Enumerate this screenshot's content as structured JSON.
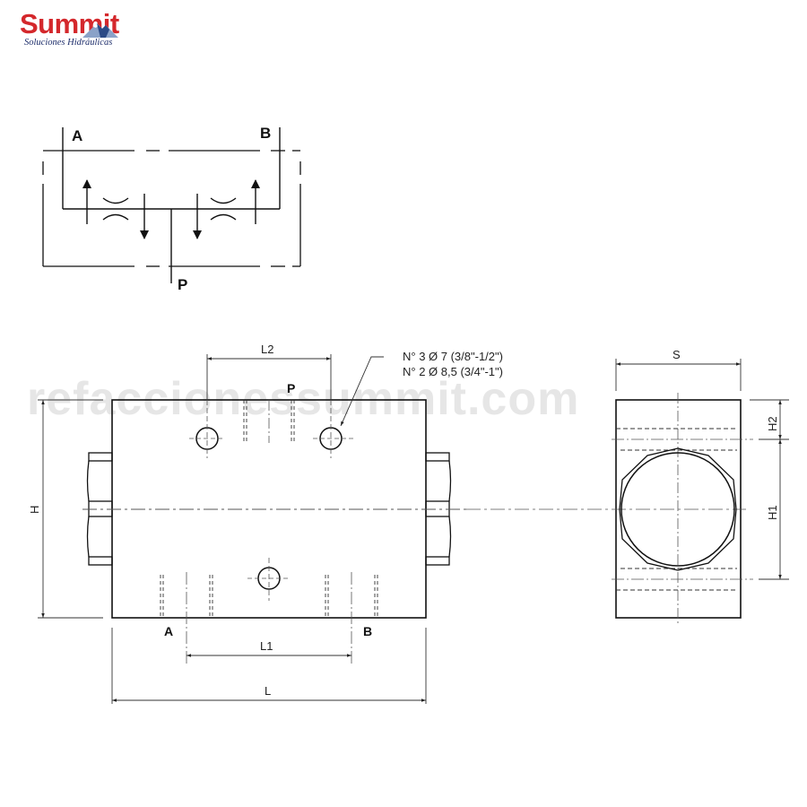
{
  "brand": {
    "name": "Summit",
    "tagline": "Soluciones Hidráulicas",
    "primary_color": "#d4282c",
    "secondary_color": "#1d2d6b"
  },
  "watermark": "refaccionessummit.com",
  "schematic": {
    "port_a": "A",
    "port_b": "B",
    "port_p": "P"
  },
  "front_view": {
    "port_p": "P",
    "port_a": "A",
    "port_b": "B",
    "dimensions": {
      "L2": "L2",
      "L1": "L1",
      "L": "L",
      "H": "H"
    },
    "hole_note": {
      "line1": "N° 3 Ø 7 (3/8\"-1/2\")",
      "line2": "N° 2 Ø 8,5 (3/4\"-1\")"
    }
  },
  "side_view": {
    "dimensions": {
      "S": "S",
      "H1": "H1",
      "H2": "H2"
    }
  },
  "colors": {
    "line": "#111111",
    "dim_line": "#333333",
    "center_line": "#555555",
    "watermark": "#e6e6e6"
  }
}
